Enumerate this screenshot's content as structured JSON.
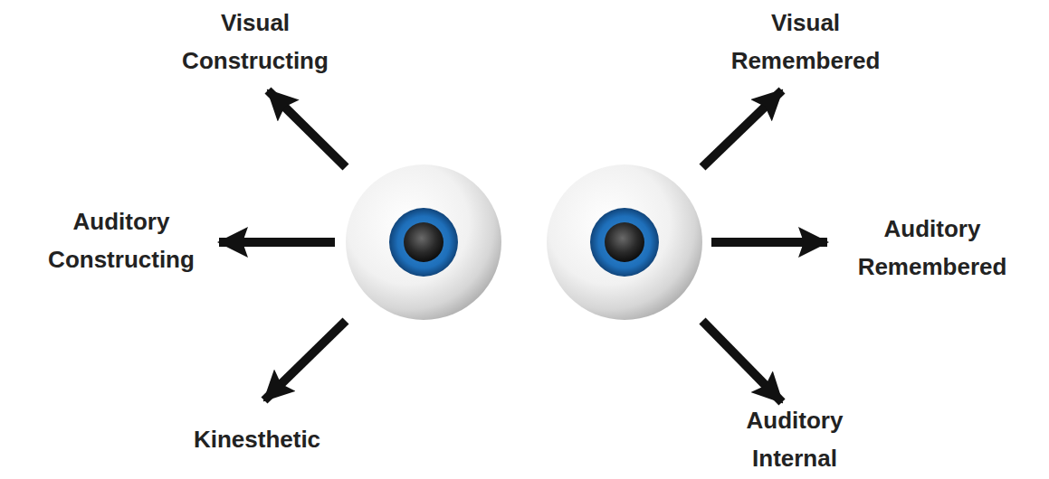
{
  "diagram": {
    "labels": [
      "Visual Constructing",
      "Visual Remembered",
      "Auditory Constructing",
      "Auditory Remembered",
      "Kinesthetic",
      "Auditory Internal"
    ]
  }
}
